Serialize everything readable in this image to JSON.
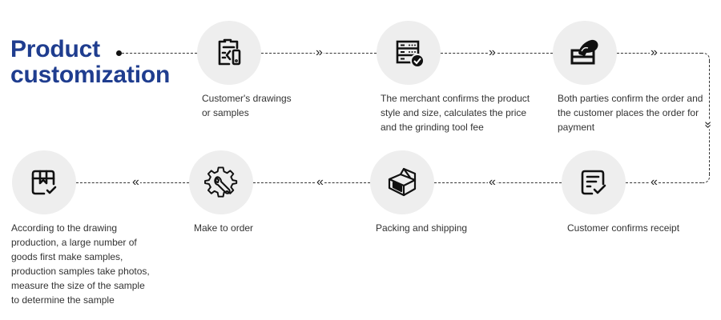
{
  "title": {
    "line1": "Product",
    "line2": "customization"
  },
  "colors": {
    "title": "#1f3d8f",
    "circle_bg": "#eeeeee",
    "text": "#333333",
    "line": "#333333"
  },
  "steps": [
    {
      "icon": "drawing-document-icon",
      "text": "Customer's drawings or samples"
    },
    {
      "icon": "server-check-icon",
      "text": "The merchant confirms the product style and size, calculates the price and the grinding tool fee"
    },
    {
      "icon": "hand-payment-card-icon",
      "text": "Both parties confirm the order and the customer places the order for payment"
    },
    {
      "icon": "document-check-icon",
      "text": "Customer confirms receipt"
    },
    {
      "icon": "open-box-icon",
      "text": "Packing and shipping"
    },
    {
      "icon": "gear-wrench-icon",
      "text": "Make to order"
    },
    {
      "icon": "package-check-icon",
      "text": "According to the drawing production, a large number of goods first make samples, production samples take photos, measure the size of the sample to determine the sample"
    }
  ],
  "arrows": {
    "right": "»",
    "left": "«",
    "down": "»"
  }
}
